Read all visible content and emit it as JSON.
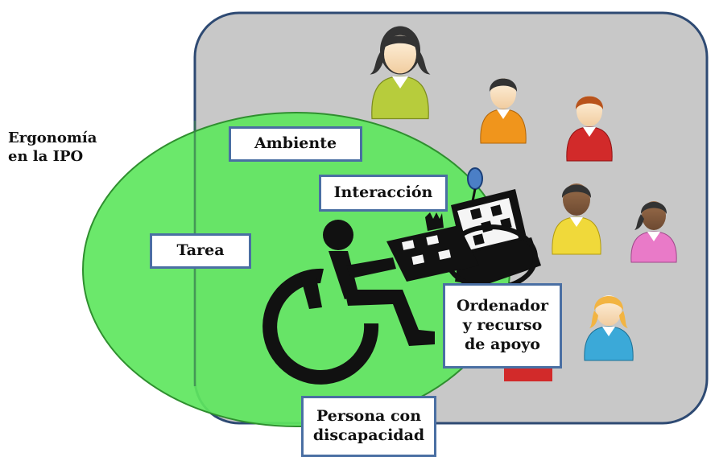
{
  "title_lines": [
    "Ergonomía",
    "en la IPO"
  ],
  "labels": {
    "ambiente": "Ambiente",
    "interaccion": "Interacción",
    "tarea": "Tarea",
    "ordenador": [
      "Ordenador",
      "y recurso",
      "de apoyo"
    ],
    "persona": [
      "Persona con",
      "discapacidad"
    ]
  },
  "colors": {
    "ambient_fill": "#c8c8c8",
    "ambient_border": "#2e4a73",
    "task_fill": "#5ee65e",
    "task_border": "#2f8f2f",
    "label_border": "#4a6fa3",
    "people": [
      "#b7cc3c",
      "#f0951c",
      "#d22a2a",
      "#f0d93a",
      "#e97ac8",
      "#3ba9d8"
    ]
  },
  "icons": [
    "person-icon",
    "wheelchair-user-icon",
    "computer-icon"
  ]
}
